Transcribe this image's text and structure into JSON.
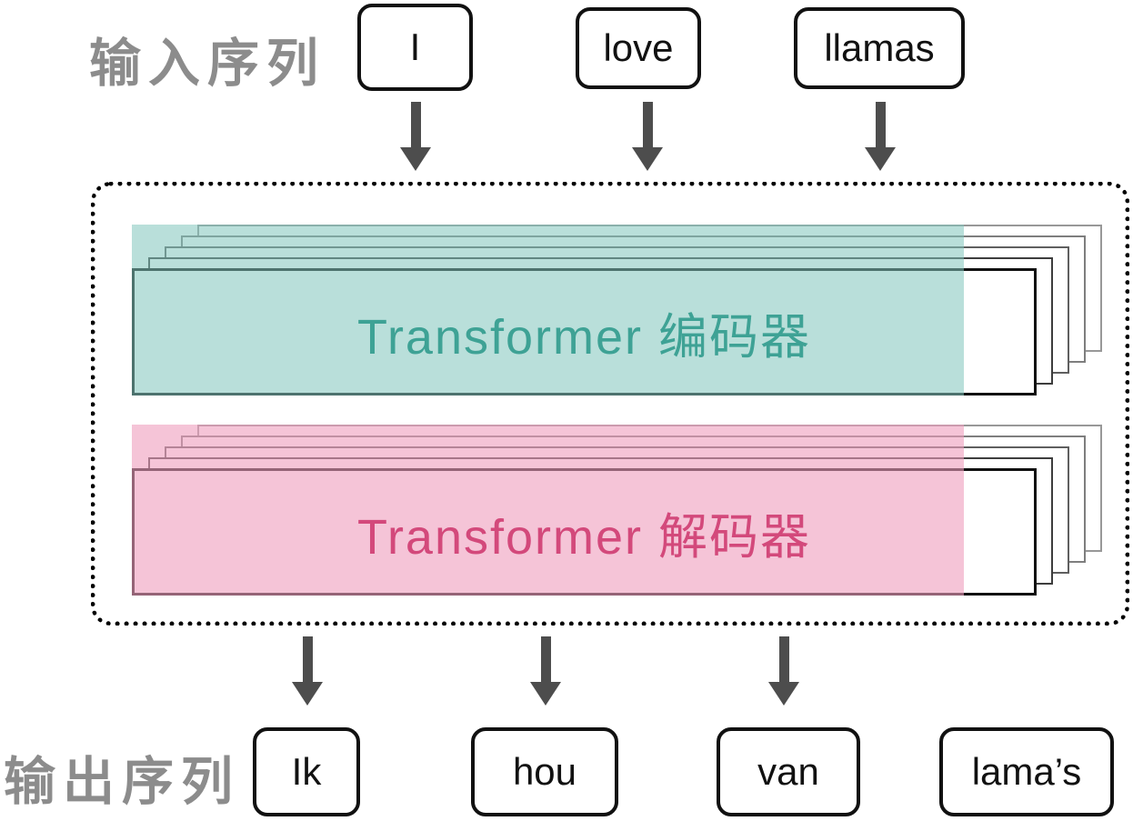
{
  "diagram": {
    "input_sequence_label": "输入序列",
    "output_sequence_label": "输出序列",
    "input_tokens": [
      "I",
      "love",
      "llamas"
    ],
    "output_tokens": [
      "Ik",
      "hou",
      "van",
      "lama’s"
    ],
    "encoder": {
      "label": "Transformer 编码器"
    },
    "decoder": {
      "label": "Transformer 解码器"
    },
    "colors": {
      "encoder_text": "#3ea295",
      "encoder_fill": "#7fc4bb",
      "decoder_text": "#d3497b",
      "decoder_fill": "#ee9dbd",
      "arrow": "#4d4d4d",
      "sequence_label": "#8c8c8c",
      "box_border": "#111111"
    }
  }
}
